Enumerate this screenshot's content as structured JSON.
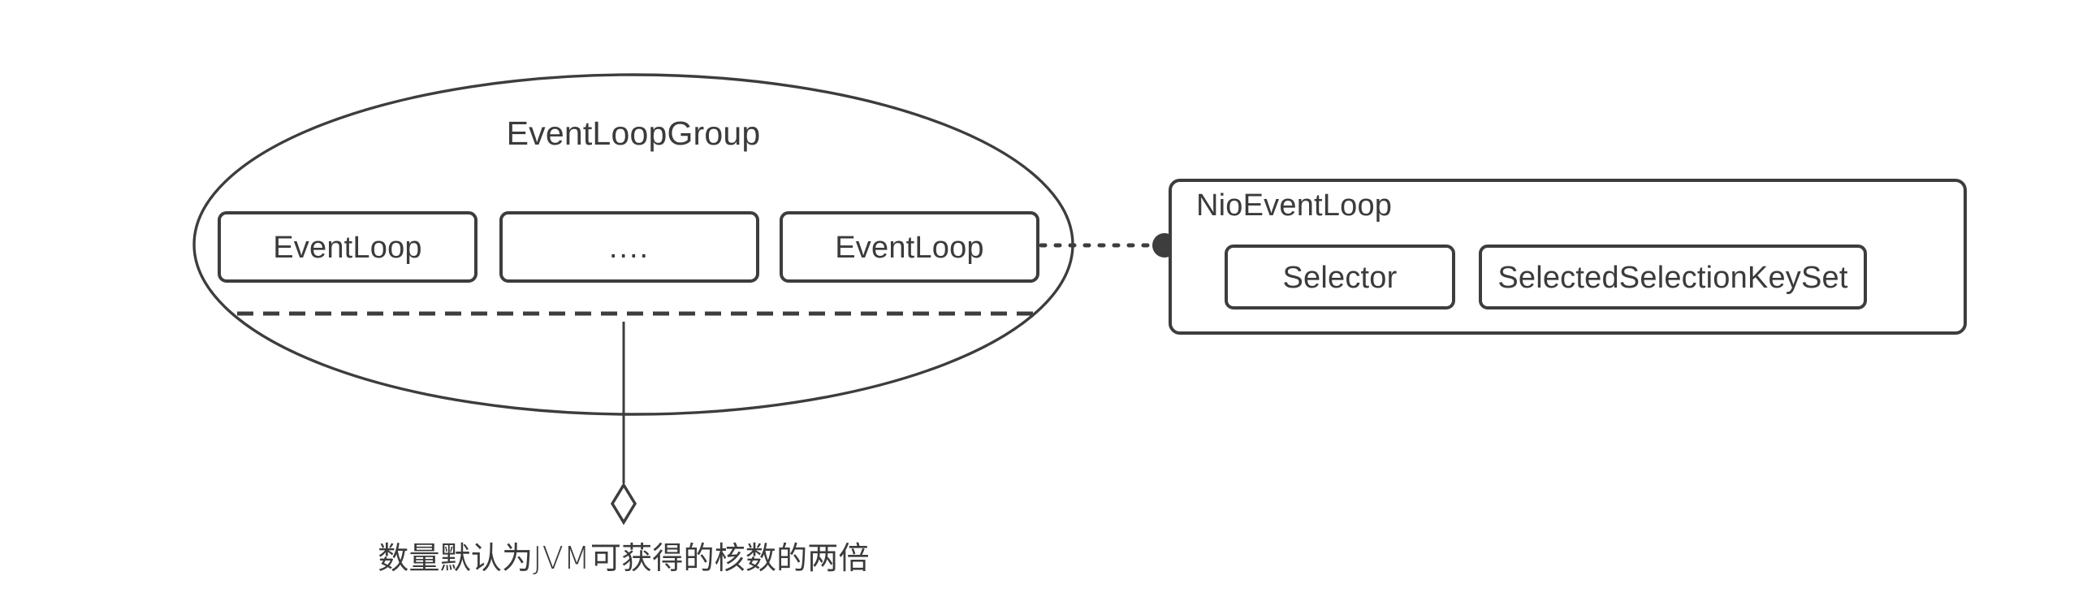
{
  "diagram": {
    "title_text": "EventLoopGroup",
    "group": {
      "label": "EventLoopGroup",
      "children": [
        {
          "label": "EventLoop"
        },
        {
          "label": "...."
        },
        {
          "label": "EventLoop"
        }
      ]
    },
    "detail_panel": {
      "label": "NioEventLoop",
      "children": [
        {
          "label": "Selector"
        },
        {
          "label": "SelectedSelectionKeySet"
        }
      ]
    },
    "annotation": {
      "note": "数量默认为JVM可获得的核数的两倍"
    },
    "colors": {
      "stroke": "#3d3d3d",
      "text": "#3b3b3b",
      "background": "#ffffff"
    }
  }
}
